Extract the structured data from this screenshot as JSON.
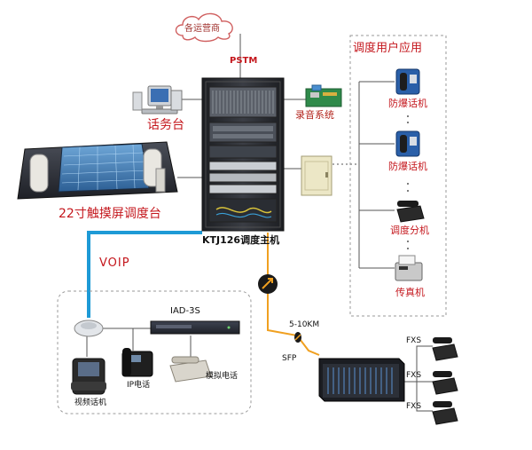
{
  "colors": {
    "voip_line": "#1e9ad6",
    "fiber_line": "#f0a020",
    "label_red": "#c4161c",
    "label_blue": "#1a4fb5",
    "cabinet": "#2b2e34",
    "dashed_box": "#9a9a9a"
  },
  "cloud": {
    "label": "各运营商"
  },
  "pstm": {
    "label": "PSTM"
  },
  "operator_console": {
    "label": "话务台"
  },
  "recording_system": {
    "label": "录音系统"
  },
  "touch_console": {
    "label": "22寸触摸屏调度台"
  },
  "main_host": {
    "label": "KTJ126调度主机"
  },
  "user_apps": {
    "title": "调度用户应用",
    "items": [
      {
        "label": "防爆话机"
      },
      {
        "label": "防爆话机"
      },
      {
        "label": "调度分机"
      },
      {
        "label": "传真机"
      }
    ]
  },
  "voip": {
    "label": "VOIP"
  },
  "iad": {
    "label": "IAD-3S"
  },
  "ip_phone": {
    "label": "IP电话"
  },
  "analog_phone": {
    "label": "模拟电话"
  },
  "video_phone": {
    "label": "视频话机"
  },
  "fiber": {
    "distance": "5-10KM",
    "sfp": "SFP"
  },
  "fxs": {
    "labels": [
      "FXS",
      "FXS",
      "FXS"
    ]
  }
}
